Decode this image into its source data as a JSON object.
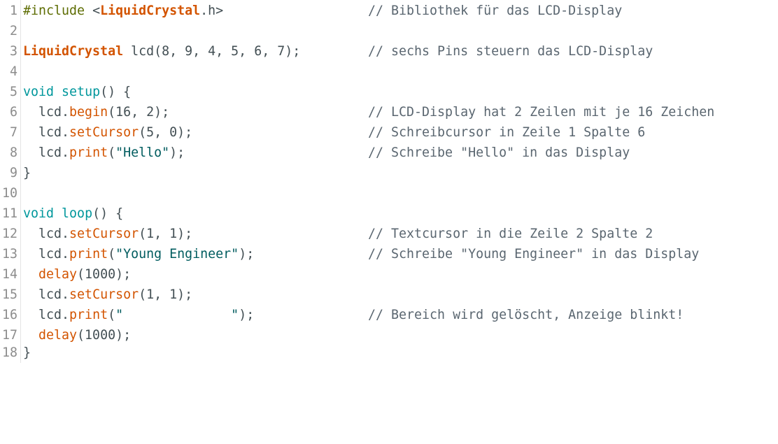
{
  "editor": {
    "lines": [
      {
        "number": "1",
        "code": "#include <LiquidCrystal.h>",
        "comment": "// Bibliothek für das LCD-Display"
      },
      {
        "number": "2",
        "code": "",
        "comment": ""
      },
      {
        "number": "3",
        "code": "LiquidCrystal lcd(8, 9, 4, 5, 6, 7);",
        "comment": "// sechs Pins steuern das LCD-Display"
      },
      {
        "number": "4",
        "code": "",
        "comment": ""
      },
      {
        "number": "5",
        "code": "void setup() {",
        "comment": ""
      },
      {
        "number": "6",
        "code": "  lcd.begin(16, 2);",
        "comment": "// LCD-Display hat 2 Zeilen mit je 16 Zeichen"
      },
      {
        "number": "7",
        "code": "  lcd.setCursor(5, 0);",
        "comment": "// Schreibcursor in Zeile 1 Spalte 6"
      },
      {
        "number": "8",
        "code": "  lcd.print(\"Hello\");",
        "comment": "// Schreibe \"Hello\" in das Display"
      },
      {
        "number": "9",
        "code": "}",
        "comment": ""
      },
      {
        "number": "10",
        "code": "",
        "comment": ""
      },
      {
        "number": "11",
        "code": "void loop() {",
        "comment": ""
      },
      {
        "number": "12",
        "code": "  lcd.setCursor(1, 1);",
        "comment": "// Textcursor in die Zeile 2 Spalte 2"
      },
      {
        "number": "13",
        "code": "  lcd.print(\"Young Engineer\");",
        "comment": "// Schreibe \"Young Engineer\" in das Display"
      },
      {
        "number": "14",
        "code": "  delay(1000);",
        "comment": ""
      },
      {
        "number": "15",
        "code": "  lcd.setCursor(1, 1);",
        "comment": ""
      },
      {
        "number": "16",
        "code": "  lcd.print(\"              \");",
        "comment": "// Bereich wird gelöscht, Anzeige blinkt!"
      },
      {
        "number": "17",
        "code": "  delay(1000);",
        "comment": ""
      },
      {
        "number": "18",
        "code": "}",
        "comment": ""
      }
    ],
    "colors": {
      "type_keyword": "#00979c",
      "class_name": "#d35400",
      "function": "#d35400",
      "string": "#005c5f",
      "preprocessor": "#5e6d03",
      "comment": "#5a6670",
      "line_number": "#8c8c8c"
    }
  }
}
